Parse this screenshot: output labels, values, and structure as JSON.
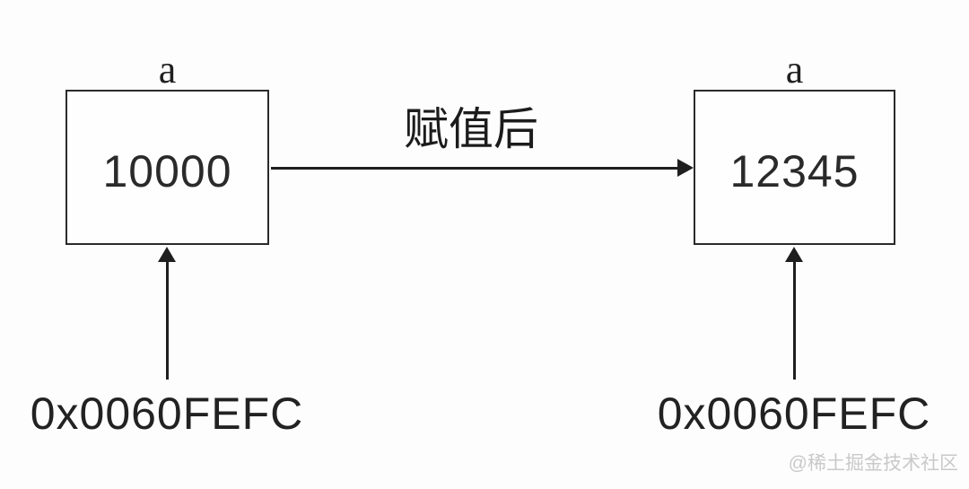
{
  "diagram": {
    "title_hint": "variable assignment memory diagram",
    "before": {
      "var_label": "a",
      "value": "10000",
      "address": "0x0060FEFC"
    },
    "after": {
      "var_label": "a",
      "value": "12345",
      "address": "0x0060FEFC"
    },
    "transition_label": "赋值后",
    "watermark": "@稀土掘金技术社区",
    "colors": {
      "background": "#fdfdfd",
      "stroke": "#1f1f1f",
      "box_border": "#2a2a2a",
      "watermark": "#c9c9c9"
    }
  }
}
